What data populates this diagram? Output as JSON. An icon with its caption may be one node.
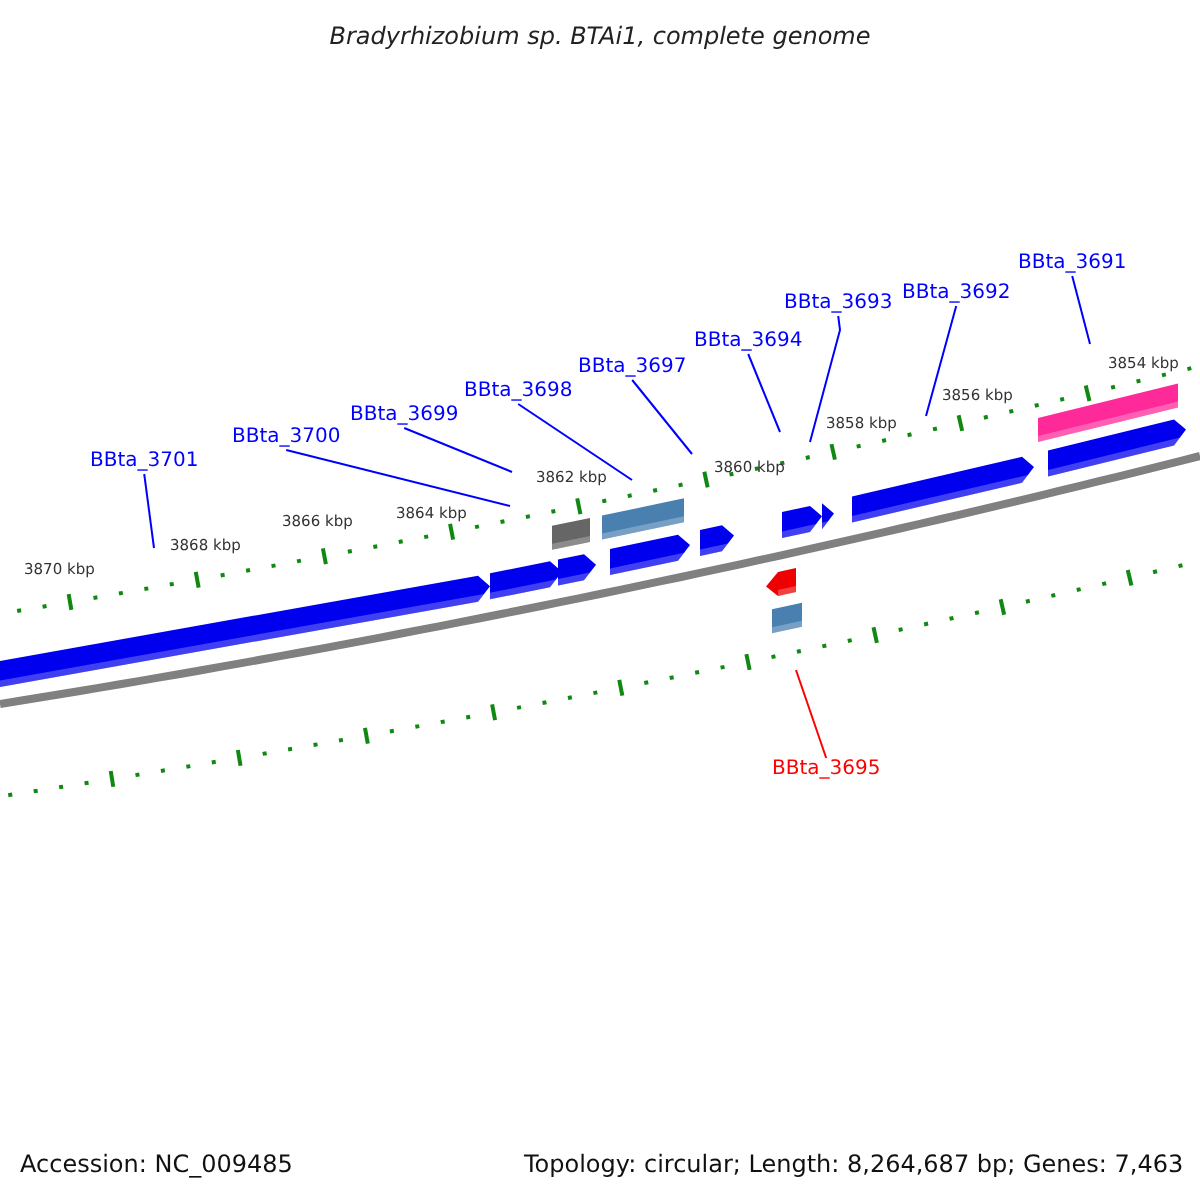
{
  "diagram": {
    "title": "Bradyrhizobium sp. BTAi1, complete genome",
    "nodes": [
      {
        "text": [
          "BBta_3701"
        ]
      },
      {
        "text": [
          "BBta_3700"
        ]
      },
      {
        "text": [
          "BBta_3699"
        ]
      },
      {
        "text": [
          "BBta_3698"
        ]
      },
      {
        "text": [
          "BBta_3697"
        ]
      },
      {
        "text": [
          "BBta_3694"
        ]
      },
      {
        "text": [
          "BBta_3693"
        ]
      },
      {
        "text": [
          "BBta_3692"
        ]
      },
      {
        "text": [
          "BBta_3691"
        ]
      },
      {
        "text": [
          "BBta_3695"
        ]
      }
    ],
    "edges": [
      {
        "from": 0,
        "to": null,
        "arrow": "none"
      },
      {
        "from": 1,
        "to": null,
        "arrow": "none"
      },
      {
        "from": 2,
        "to": null,
        "arrow": "none"
      },
      {
        "from": 3,
        "to": null,
        "arrow": "none"
      },
      {
        "from": 4,
        "to": null,
        "arrow": "none"
      },
      {
        "from": 5,
        "to": null,
        "arrow": "none"
      },
      {
        "from": 6,
        "to": null,
        "arrow": "none"
      },
      {
        "from": 7,
        "to": null,
        "arrow": "none"
      },
      {
        "from": 8,
        "to": null,
        "arrow": "none"
      },
      {
        "from": 9,
        "to": null,
        "arrow": "none",
        "color": "#ff0000"
      }
    ],
    "labels": [
      "3870 kbp",
      "3868 kbp",
      "3866 kbp",
      "3864 kbp",
      "3862 kbp",
      "3860 kbp",
      "3858 kbp",
      "3856 kbp",
      "3854 kbp",
      "Accession: NC_009485",
      "Topology: circular; Length: 8,264,687 bp; Genes: 7,463"
    ]
  }
}
